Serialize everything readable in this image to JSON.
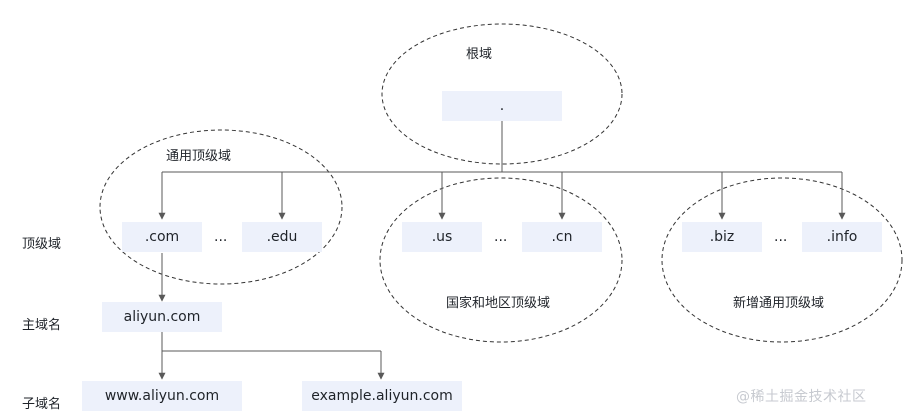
{
  "root": {
    "label": "根域",
    "node": "."
  },
  "groups": {
    "generic": {
      "label": "通用顶级域",
      "nodes": [
        ".com",
        ".edu"
      ]
    },
    "country": {
      "label": "国家和地区顶级域",
      "nodes": [
        ".us",
        ".cn"
      ]
    },
    "new": {
      "label": "新增通用顶级域",
      "nodes": [
        ".biz",
        ".info"
      ]
    }
  },
  "ellipsis": "...",
  "levels": {
    "tld": "顶级域",
    "main": "主域名",
    "sub": "子域名"
  },
  "main_domain": "aliyun.com",
  "subdomains": [
    "www.aliyun.com",
    "example.aliyun.com"
  ],
  "watermark": "@稀土掘金技术社区",
  "colors": {
    "box_fill": "#edf1fb",
    "line": "#595959",
    "dash": "#333333",
    "text": "#1f2329"
  }
}
